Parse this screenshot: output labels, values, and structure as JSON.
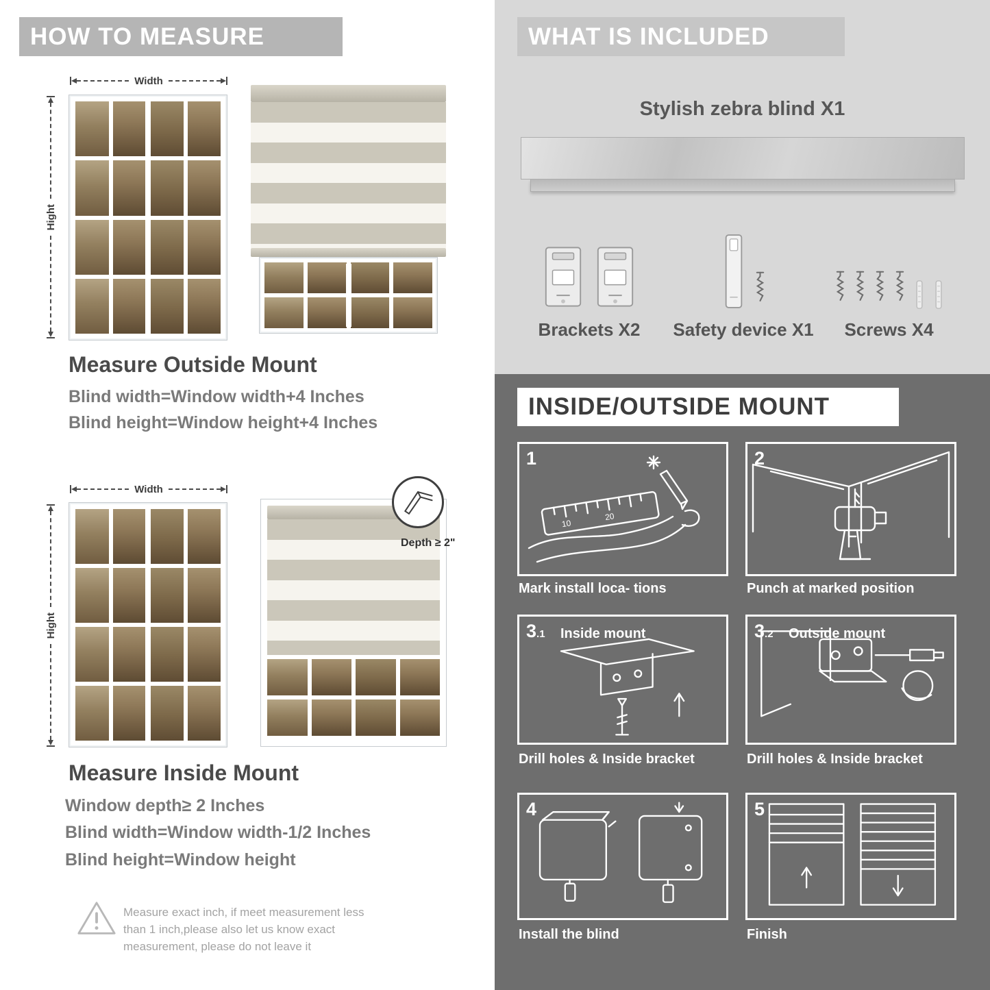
{
  "colors": {
    "banner_gray": "#b5b5b5",
    "included_bg": "#d8d8d8",
    "included_banner": "#c6c6c6",
    "dark_bg": "#6e6e6e",
    "title_text": "#4a4a4a",
    "formula_text": "#7a7a7a"
  },
  "left": {
    "banner": "HOW TO MEASURE",
    "width_label": "Width",
    "height_label": "Hight",
    "outside": {
      "title": "Measure Outside Mount",
      "line1": "Blind width=Window width+4 Inches",
      "line2": "Blind height=Window height+4 Inches"
    },
    "inside": {
      "depth_label": "Depth ≥ 2\"",
      "title": "Measure Inside Mount",
      "line1": "Window depth≥ 2 Inches",
      "line2": "Blind width=Window width-1/2 Inches",
      "line3": "Blind height=Window height"
    },
    "note_line1": "Measure exact inch, if meet measurement less",
    "note_line2": "than 1 inch,please also let us know exact",
    "note_line3": "measurement, please do not leave it"
  },
  "included": {
    "banner": "WHAT IS INCLUDED",
    "product_title": "Stylish zebra blind X1",
    "items": [
      {
        "icon": "bracket-icon",
        "label": "Brackets X2"
      },
      {
        "icon": "safety-device-icon",
        "label": "Safety device X1"
      },
      {
        "icon": "screw-icon",
        "label": "Screws X4"
      }
    ]
  },
  "mount": {
    "banner": "INSIDE/OUTSIDE MOUNT",
    "steps": [
      {
        "num": "1",
        "sub": "",
        "inline": "",
        "caption": "Mark install loca- tions"
      },
      {
        "num": "2",
        "sub": "",
        "inline": "",
        "caption": "Punch at  marked position"
      },
      {
        "num": "3",
        "sub": ".1",
        "inline": "Inside mount",
        "caption": "Drill holes &  Inside bracket"
      },
      {
        "num": "3",
        "sub": ".2",
        "inline": "Outside mount",
        "caption": "Drill holes &  Inside bracket"
      },
      {
        "num": "4",
        "sub": "",
        "inline": "",
        "caption": "Install the blind"
      },
      {
        "num": "5",
        "sub": "",
        "inline": "",
        "caption": "Finish"
      }
    ]
  }
}
